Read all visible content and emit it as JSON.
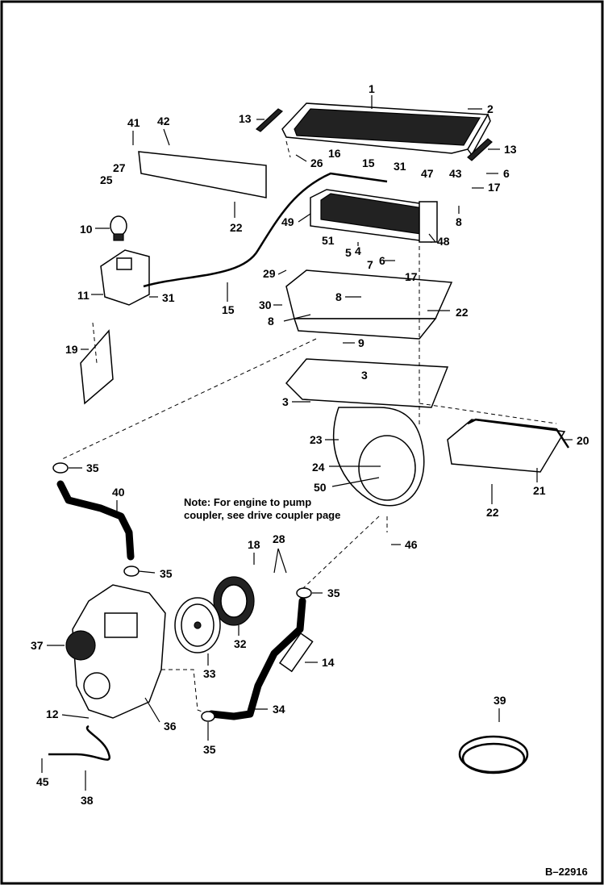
{
  "diagram": {
    "note": "Note: For engine to pump coupler, see drive coupler page",
    "note_line1": "Note: For engine to pump",
    "note_line2": "coupler, see drive coupler page",
    "reference_code": "B–22916",
    "callouts": [
      "1",
      "2",
      "13",
      "13",
      "41",
      "42",
      "26",
      "16",
      "15",
      "31",
      "47",
      "43",
      "6",
      "17",
      "27",
      "25",
      "22",
      "10",
      "49",
      "48",
      "8",
      "51",
      "5",
      "4",
      "7",
      "6",
      "17",
      "29",
      "11",
      "31",
      "15",
      "30",
      "8",
      "22",
      "8",
      "9",
      "19",
      "3",
      "3",
      "23",
      "20",
      "24",
      "50",
      "21",
      "22",
      "35",
      "40",
      "46",
      "18",
      "28",
      "35",
      "35",
      "37",
      "32",
      "33",
      "14",
      "34",
      "12",
      "36",
      "35",
      "39",
      "45",
      "38"
    ]
  },
  "colors": {
    "line": "#000000",
    "background": "#ffffff"
  }
}
